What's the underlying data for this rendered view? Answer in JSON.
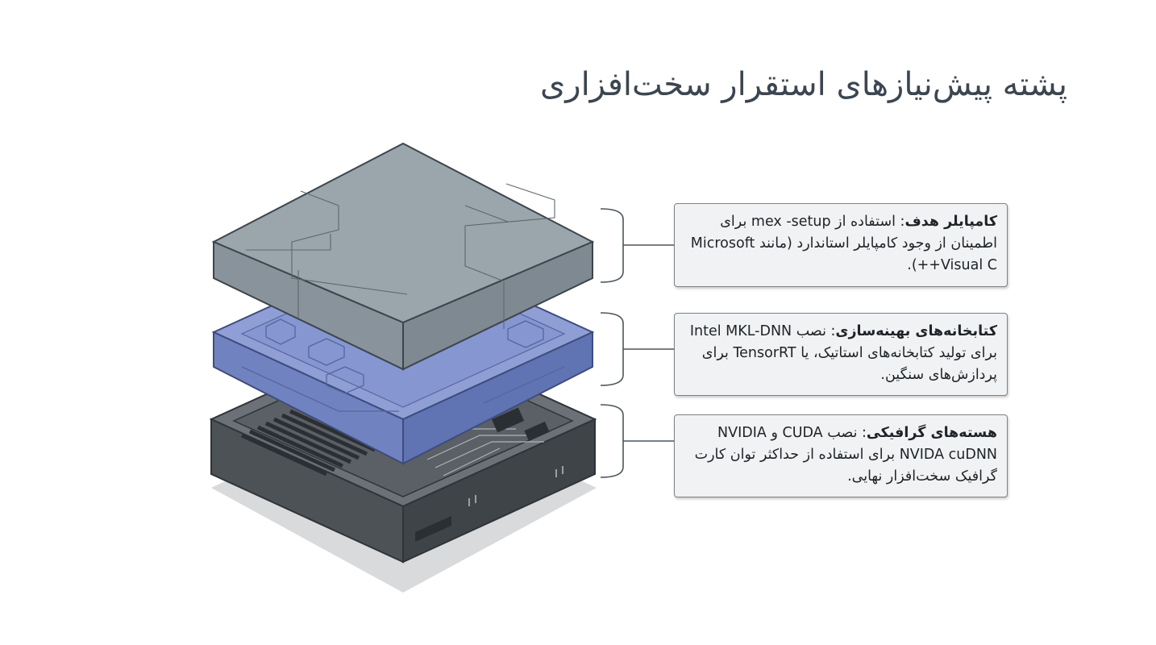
{
  "title": "پشته پیش‌نیازهای استقرار سخت‌افزاری",
  "callouts": [
    {
      "heading": "کامپایلر هدف",
      "text": "استفاده از mex -setup برای اطمینان از وجود کامپایلر استاندارد (مانند Microsoft Visual C++)."
    },
    {
      "heading": "کتابخانه‌های بهینه‌سازی",
      "text": "نصب Intel MKL-DNN برای تولید کتابخانه‌های استاتیک، یا TensorRT برای پردازش‌های سنگین."
    },
    {
      "heading": "هسته‌های گرافیکی",
      "text": "نصب CUDA و NVIDIA NVIDA cuDNN برای استفاده از حداکثر توان کارت گرافیک سخت‌افزار نهایی."
    }
  ],
  "colors": {
    "top_layer": "#9aa5ac",
    "middle_layer": "#7b8dc8",
    "base_layer": "#5a6066",
    "title_text": "#3c4650"
  }
}
